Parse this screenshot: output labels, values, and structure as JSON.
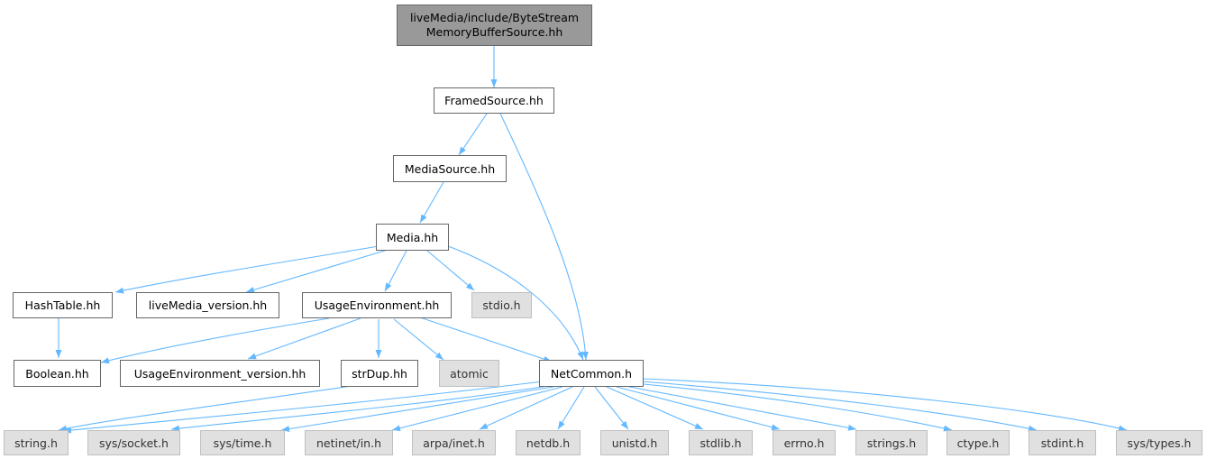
{
  "graph": {
    "root": {
      "line1": "liveMedia/include/ByteStream",
      "line2": "MemoryBufferSource.hh"
    },
    "nodes": {
      "framedsource": "FramedSource.hh",
      "mediasource": "MediaSource.hh",
      "media": "Media.hh",
      "hashtable": "HashTable.hh",
      "livemedia_version": "liveMedia_version.hh",
      "usageenv": "UsageEnvironment.hh",
      "stdio": "stdio.h",
      "boolean": "Boolean.hh",
      "usageenv_version": "UsageEnvironment_version.hh",
      "strdup": "strDup.hh",
      "atomic": "atomic",
      "netcommon": "NetCommon.h",
      "string_h": "string.h",
      "sys_socket": "sys/socket.h",
      "sys_time": "sys/time.h",
      "netinet_in": "netinet/in.h",
      "arpa_inet": "arpa/inet.h",
      "netdb": "netdb.h",
      "unistd": "unistd.h",
      "stdlib": "stdlib.h",
      "errno": "errno.h",
      "strings": "strings.h",
      "ctype": "ctype.h",
      "stdint": "stdint.h",
      "sys_types": "sys/types.h"
    },
    "colors": {
      "edge": "#63b8ff",
      "root_fill": "#999999",
      "external_fill": "#e0e0e0",
      "node_border": "#666666"
    }
  }
}
